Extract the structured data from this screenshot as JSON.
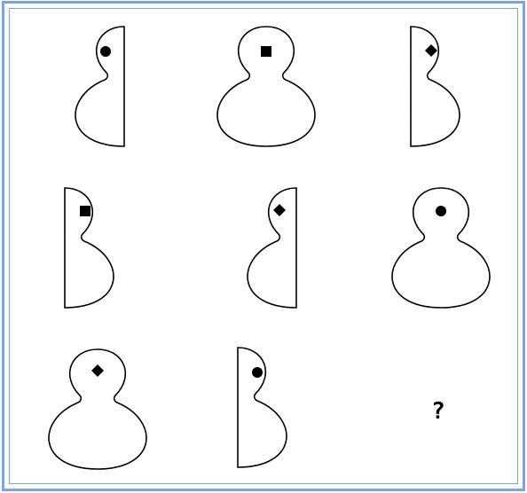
{
  "puzzle": {
    "answer_placeholder": "?",
    "cells": [
      {
        "row": 1,
        "col": 1,
        "shape": "left-half",
        "marker": "circle"
      },
      {
        "row": 1,
        "col": 2,
        "shape": "full",
        "marker": "square"
      },
      {
        "row": 1,
        "col": 3,
        "shape": "right-half",
        "marker": "diamond"
      },
      {
        "row": 2,
        "col": 1,
        "shape": "right-half",
        "marker": "square"
      },
      {
        "row": 2,
        "col": 2,
        "shape": "left-half",
        "marker": "diamond"
      },
      {
        "row": 2,
        "col": 3,
        "shape": "full",
        "marker": "circle"
      },
      {
        "row": 3,
        "col": 1,
        "shape": "full",
        "marker": "diamond"
      },
      {
        "row": 3,
        "col": 2,
        "shape": "right-half",
        "marker": "circle"
      },
      {
        "row": 3,
        "col": 3,
        "shape": "unknown",
        "marker": "none"
      }
    ]
  },
  "colors": {
    "frame": "#7aa6e8",
    "stroke": "#000000",
    "background": "#ffffff"
  }
}
